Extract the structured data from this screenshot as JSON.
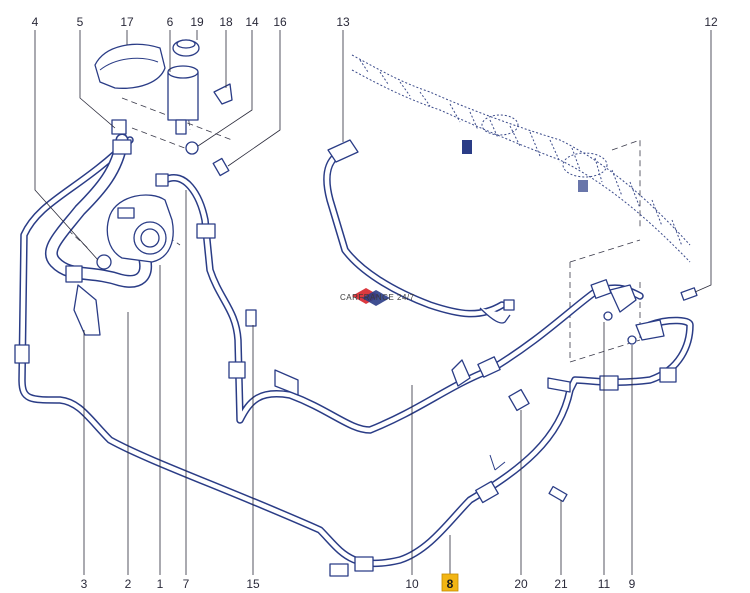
{
  "diagram": {
    "callouts_top": [
      "4",
      "5",
      "17",
      "6",
      "19",
      "18",
      "14",
      "16",
      "13",
      "12"
    ],
    "callouts_bottom": [
      "3",
      "2",
      "1",
      "7",
      "15",
      "10",
      "20",
      "21",
      "11",
      "9"
    ],
    "highlighted_callout": "8",
    "highlight_color": "#f2b514",
    "line_color": "#2a3c86"
  },
  "watermark": {
    "text": "CARFRANCE 24/7"
  }
}
